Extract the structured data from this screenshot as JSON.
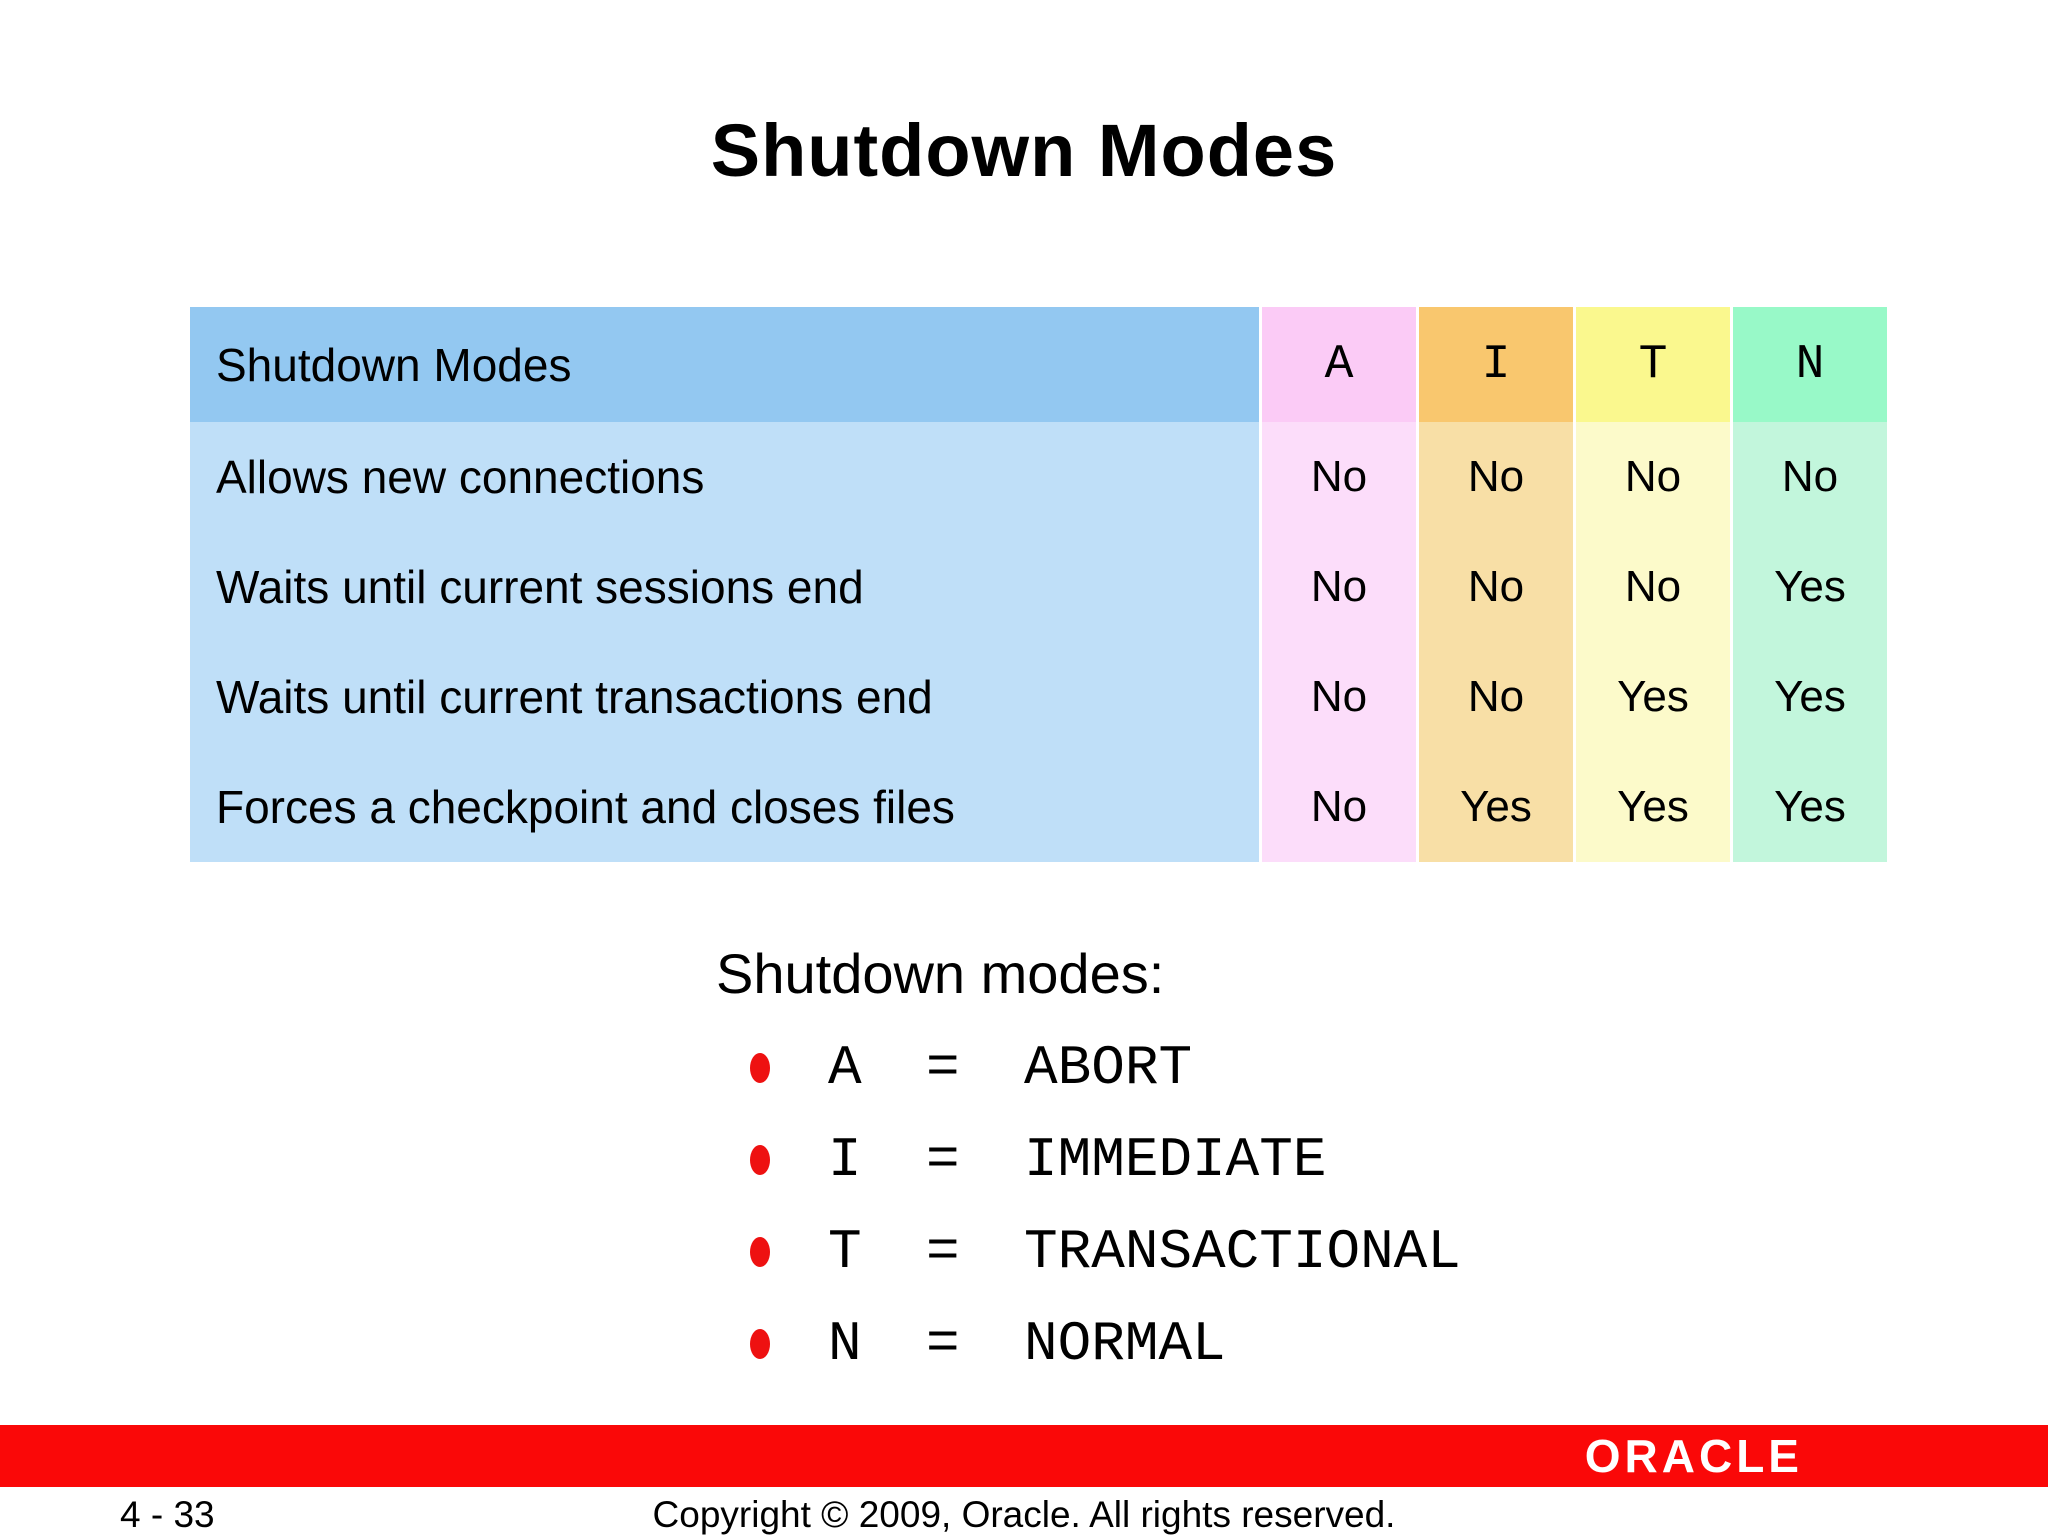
{
  "slide": {
    "title": "Shutdown Modes",
    "table": {
      "header_label": "Shutdown Modes",
      "columns": [
        "A",
        "I",
        "T",
        "N"
      ],
      "rows": [
        {
          "label": "Allows new connections",
          "values": [
            "No",
            "No",
            "No",
            "No"
          ]
        },
        {
          "label": "Waits until current sessions end",
          "values": [
            "No",
            "No",
            "No",
            "Yes"
          ]
        },
        {
          "label": "Waits until current transactions end",
          "values": [
            "No",
            "No",
            "Yes",
            "Yes"
          ]
        },
        {
          "label": "Forces a checkpoint and closes files",
          "values": [
            "No",
            "Yes",
            "Yes",
            "Yes"
          ]
        }
      ]
    },
    "legend": {
      "heading": "Shutdown modes:",
      "items": [
        "A = ABORT",
        "I = IMMEDIATE",
        "T = TRANSACTIONAL",
        "N = NORMAL"
      ],
      "bullet_icon": "red-oval-bullet"
    },
    "footer": {
      "page_number": "4 - 33",
      "copyright": "Copyright © 2009, Oracle. All rights reserved.",
      "logo_text": "ORACLE"
    },
    "colors": {
      "header_blue": "#93C8F1",
      "body_blue": "#BFDFF8",
      "col_a_header": "#FBCBF6",
      "col_a_body": "#FCDDFA",
      "col_i_header": "#F9C76E",
      "col_i_body": "#F8DFA6",
      "col_t_header": "#FAF88E",
      "col_t_body": "#FCFACA",
      "col_n_header": "#98F9C8",
      "col_n_body": "#C2F6DC",
      "footer_bar_red": "#FA0808",
      "bullet_red": "#EE1111"
    }
  }
}
